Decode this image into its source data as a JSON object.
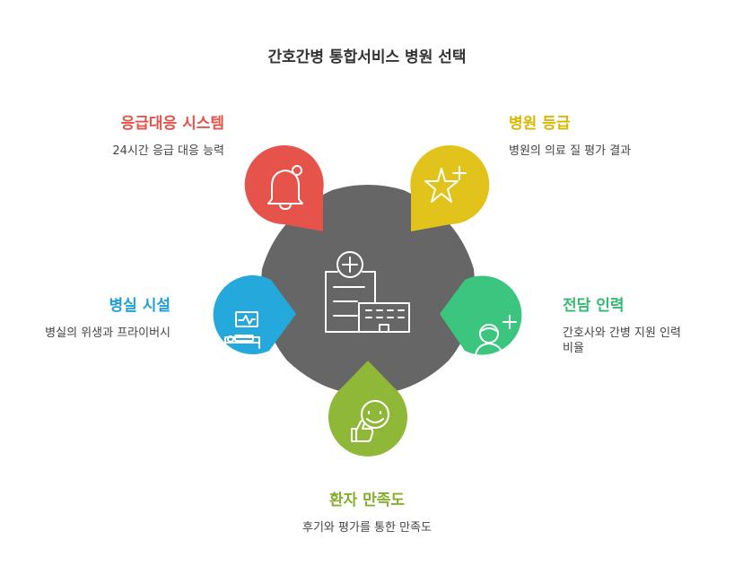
{
  "title": "간호간병 통합서비스 병원 선택",
  "colors": {
    "hub": "#666666",
    "red": "#e5534b",
    "yellow": "#e2c31b",
    "green": "#3cc57f",
    "blue": "#25a8dc",
    "olive": "#8fb838"
  },
  "items": [
    {
      "icon": "bell-icon",
      "heading": "응급대응 시스템",
      "description": "24시간 응급 대응 능력"
    },
    {
      "icon": "star-plus-icon",
      "heading": "병원 등급",
      "description": "병원의 의료 질 평가 결과"
    },
    {
      "icon": "bed-monitor-icon",
      "heading": "병실 시설",
      "description": "병실의 위생과 프라이버시"
    },
    {
      "icon": "nurse-icon",
      "heading": "전담 인력",
      "description_lines": [
        "간호사와 간병 지원 인력",
        "비율"
      ]
    },
    {
      "icon": "thumbs-up-smile-icon",
      "heading": "환자 만족도",
      "description": "후기와 평가를 통한 만족도"
    }
  ],
  "hub_icon": "hospital-icon"
}
